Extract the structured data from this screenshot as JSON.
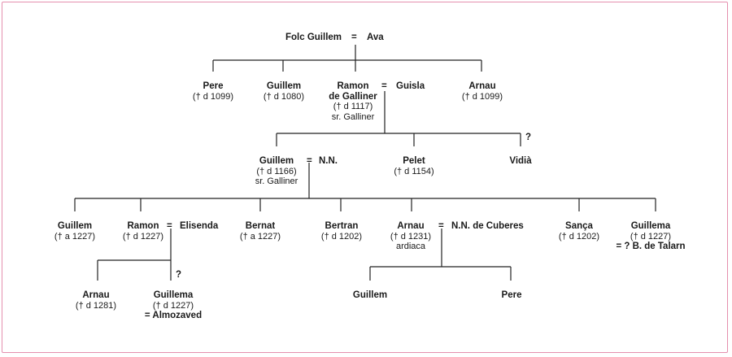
{
  "tree": {
    "marriage_sign": "=",
    "unknown_mark": "?",
    "gen0": {
      "folc_guillem": {
        "name": "Folc Guillem"
      },
      "ava": {
        "name": "Ava"
      }
    },
    "gen1": {
      "pere": {
        "name": "Pere",
        "info": "(† d 1099)"
      },
      "guillem": {
        "name": "Guillem",
        "info": "(† d 1080)"
      },
      "ramon": {
        "name": "Ramon",
        "name2": "de Galliner",
        "info": "(† d 1117)",
        "info2": "sr. Galliner"
      },
      "guisla": {
        "name": "Guisla"
      },
      "arnau": {
        "name": "Arnau",
        "info": "(† d 1099)"
      }
    },
    "gen2": {
      "guillem": {
        "name": "Guillem",
        "info": "(† d 1166)",
        "info2": "sr. Galliner"
      },
      "nn": {
        "name": "N.N."
      },
      "pelet": {
        "name": "Pelet",
        "info": "(† d 1154)"
      },
      "vidia": {
        "name": "Vidià"
      }
    },
    "gen3": {
      "guillem": {
        "name": "Guillem",
        "info": "(† a 1227)"
      },
      "ramon": {
        "name": "Ramon",
        "info": "(† d 1227)"
      },
      "elisenda": {
        "name": "Elisenda"
      },
      "bernat": {
        "name": "Bernat",
        "info": "(† a 1227)"
      },
      "bertran": {
        "name": "Bertran",
        "info": "(† d 1202)"
      },
      "arnau": {
        "name": "Arnau",
        "info": "(† d 1231)",
        "info2": "ardiaca"
      },
      "nn_cuberes": {
        "name": "N.N. de Cuberes"
      },
      "sanca": {
        "name": "Sança",
        "info": "(† d 1202)"
      },
      "guillema": {
        "name": "Guillema",
        "info": "(† d 1227)",
        "spouse": "= ? B. de Talarn"
      }
    },
    "gen4": {
      "arnau": {
        "name": "Arnau",
        "info": "(† d 1281)"
      },
      "guillema": {
        "name": "Guillema",
        "info": "(† d 1227)",
        "spouse": "= Almozaved"
      },
      "guillem": {
        "name": "Guillem"
      },
      "pere": {
        "name": "Pere"
      }
    }
  }
}
